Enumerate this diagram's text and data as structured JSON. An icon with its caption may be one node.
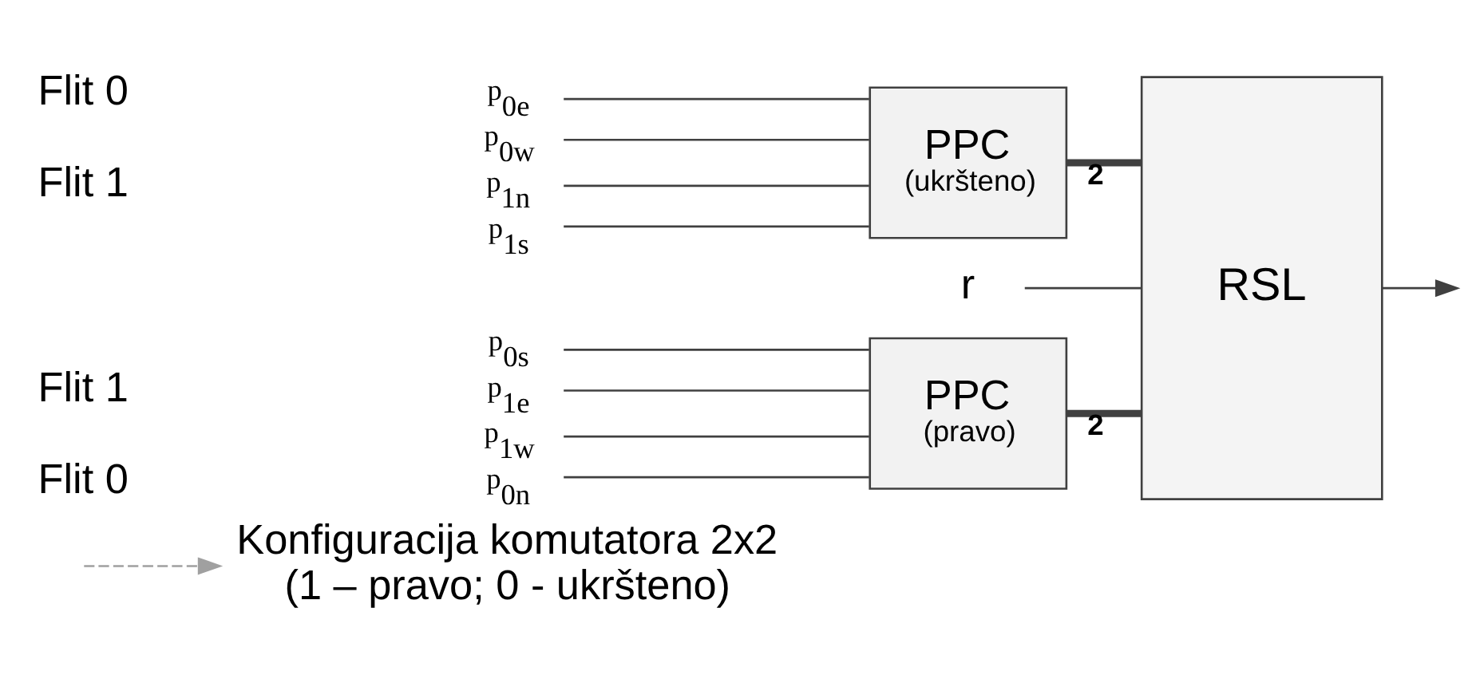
{
  "diagram": {
    "nodes": [
      {
        "text": [
          "Konfiguracija komutatora 2x2 (1 – pravo; 0 - ukršteno)"
        ]
      },
      {
        "text": [
          "p$_{0n}$"
        ]
      },
      {
        "text": [
          "p$_{0s}$"
        ]
      },
      {
        "text": [
          "p$_{1e}$"
        ]
      },
      {
        "text": [
          "p$_{1w}$"
        ]
      },
      {
        "text": [
          "PPC",
          "(pravo)"
        ]
      },
      {
        "text": [
          "RSL"
        ]
      },
      {
        "text": [
          "p$_{0e}$"
        ]
      },
      {
        "text": [
          "p$_{0w}$"
        ]
      },
      {
        "text": [
          "p$_{1n}$"
        ]
      },
      {
        "text": [
          "p$_{1s}$"
        ]
      },
      {
        "text": [
          "PPC",
          "(ukršteno)"
        ]
      },
      {
        "text": [
          "r"
        ]
      }
    ],
    "edges": [
      {
        "from": 1,
        "to": 5,
        "arrow": "none"
      },
      {
        "from": 2,
        "to": 5,
        "arrow": "none"
      },
      {
        "from": 3,
        "to": 5,
        "arrow": "none"
      },
      {
        "from": 4,
        "to": 5,
        "arrow": "none"
      },
      {
        "from": 7,
        "to": 11,
        "arrow": "none"
      },
      {
        "from": 8,
        "to": 11,
        "arrow": "none"
      },
      {
        "from": 9,
        "to": 11,
        "arrow": "none"
      },
      {
        "from": 10,
        "to": 11,
        "arrow": "none"
      },
      {
        "from": 5,
        "to": 6,
        "arrow": "none",
        "label": "2",
        "style": "thick"
      },
      {
        "from": 11,
        "to": 6,
        "arrow": "none",
        "label": "2",
        "style": "thick"
      },
      {
        "from": 12,
        "to": 6,
        "arrow": "none"
      },
      {
        "from": 6,
        "to": null,
        "arrow": "to"
      },
      {
        "from": null,
        "to": 0,
        "arrow": "to",
        "style": "dashed",
        "color": "#a0a0a0"
      }
    ],
    "labels": [
      "Flit 0",
      "Flit 1",
      "Flit 0",
      "Flit 1"
    ]
  }
}
